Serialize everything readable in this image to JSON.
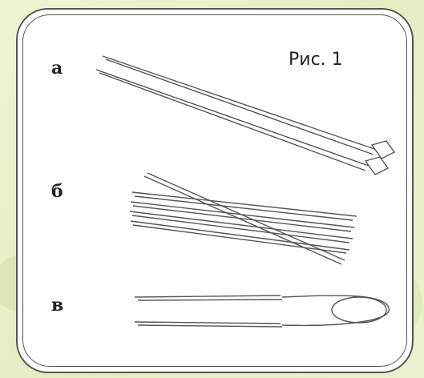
{
  "figure": {
    "title": "Рис. 1",
    "labels": [
      "а",
      "б",
      "в"
    ]
  },
  "colors": {
    "background": "#e9f2c9",
    "panel": "#ffffff",
    "stroke": "#555555"
  }
}
